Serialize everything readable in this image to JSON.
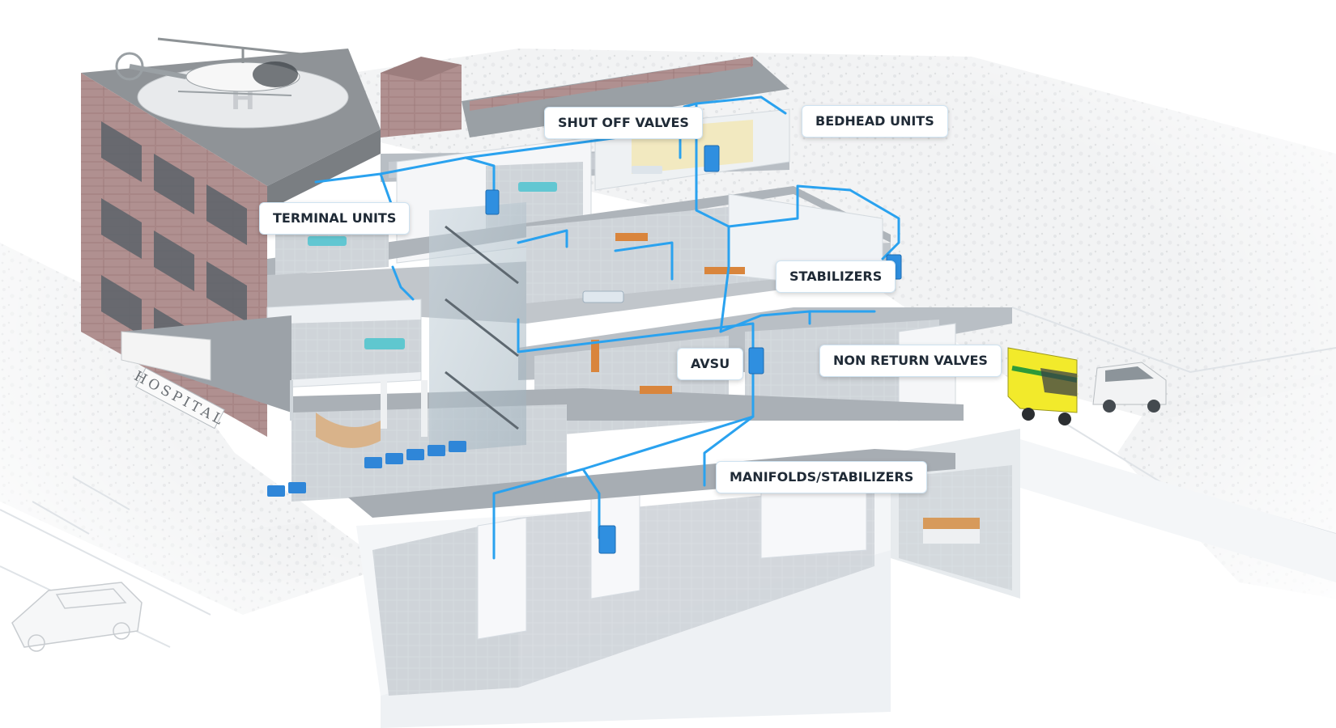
{
  "diagram": {
    "building_sign": "HOSPITAL",
    "pipe_color": "#2aa2ef",
    "callouts": {
      "shut_off_valves": "SHUT OFF VALVES",
      "bedhead_units": "BEDHEAD UNITS",
      "terminal_units": "TERMINAL UNITS",
      "stabilizers": "STABILIZERS",
      "avsu": "AVSU",
      "non_return_valves": "NON RETURN VALVES",
      "manifolds_stabilizers": "MANIFOLDS/STABILIZERS"
    },
    "icons": {
      "helicopter": "helicopter-icon",
      "ambulance": "ambulance-icon",
      "police_car": "police-car-icon",
      "parked_car": "car-icon",
      "bed": "hospital-bed-icon",
      "chair": "waiting-chair-icon"
    }
  }
}
